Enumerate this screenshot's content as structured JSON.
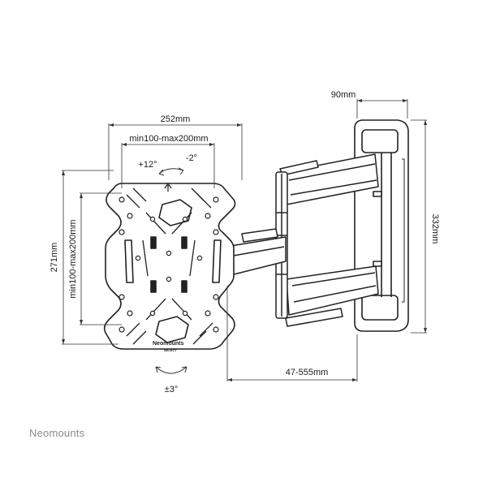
{
  "dimensions": {
    "plate_width": "252mm",
    "vesa_horizontal": "min100-max200mm",
    "tilt_up": "+12°",
    "tilt_down": "-2°",
    "plate_height": "271mm",
    "vesa_vertical": "min100-max200mm",
    "rotation": "±3°",
    "wall_plate_depth": "90mm",
    "wall_plate_height": "332mm",
    "extension": "47-555mm"
  },
  "plate_logo": {
    "brand": "Neomounts",
    "sub": "SELECT"
  },
  "footer": {
    "brand": "Neomounts"
  }
}
